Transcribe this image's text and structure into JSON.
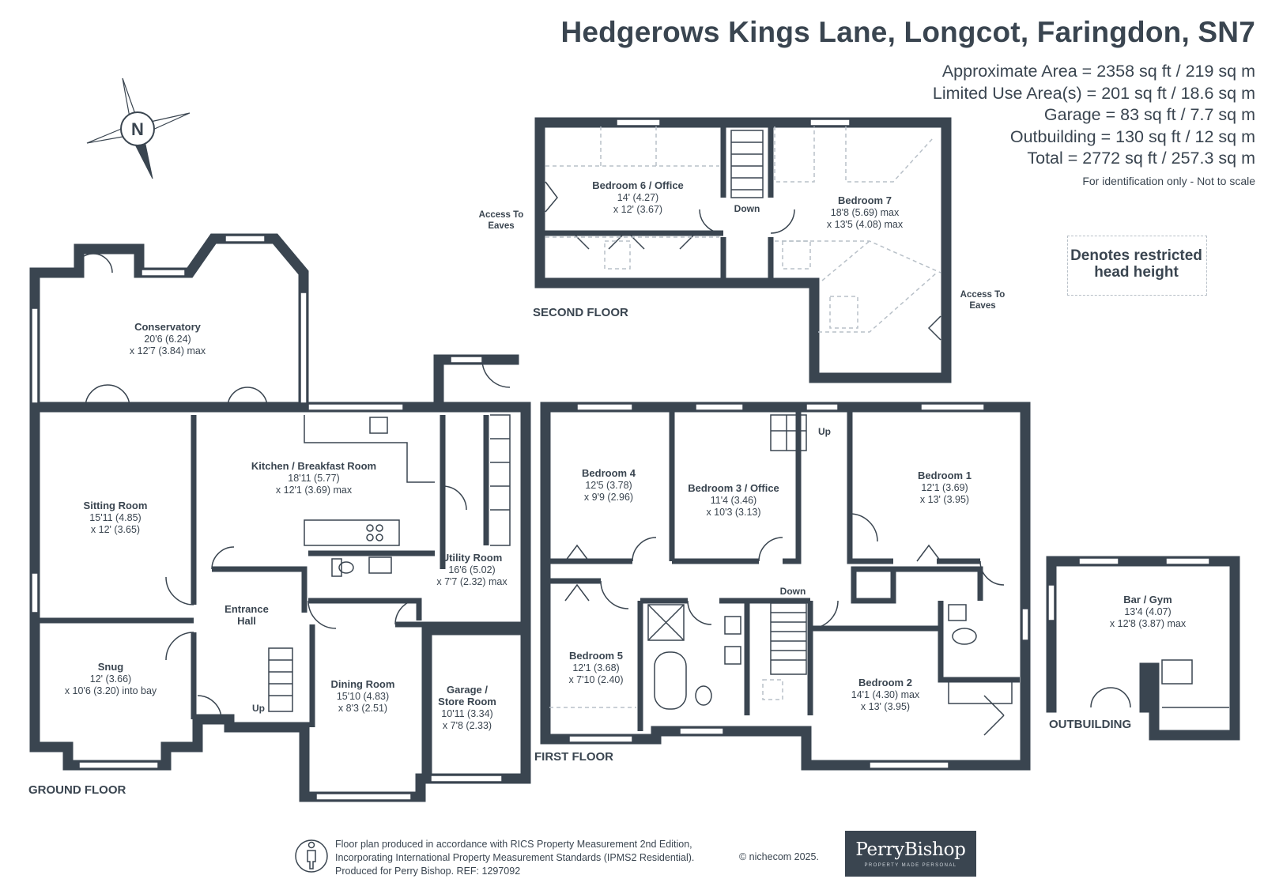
{
  "header": {
    "title": "Hedgerows Kings Lane, Longcot, Faringdon, SN7",
    "areas": [
      "Approximate Area = 2358 sq ft / 219 sq m",
      "Limited Use Area(s) = 201 sq ft / 18.6 sq m",
      "Garage = 83 sq ft / 7.7 sq m",
      "Outbuilding = 130 sq ft / 12 sq m",
      "Total = 2772 sq ft / 257.3 sq m"
    ],
    "disclaimer": "For identification only - Not to scale"
  },
  "legend": {
    "restricted_line1": "Denotes restricted",
    "restricted_line2": "head height"
  },
  "compass": {
    "letter": "N"
  },
  "floors": {
    "ground": "GROUND FLOOR",
    "first": "FIRST FLOOR",
    "second": "SECOND FLOOR",
    "outbuilding": "OUTBUILDING"
  },
  "rooms": {
    "conservatory": {
      "name": "Conservatory",
      "dim1": "20'6 (6.24)",
      "dim2": "x 12'7 (3.84) max"
    },
    "sitting": {
      "name": "Sitting Room",
      "dim1": "15'11 (4.85)",
      "dim2": "x 12' (3.65)"
    },
    "kitchen": {
      "name": "Kitchen / Breakfast Room",
      "dim1": "18'11 (5.77)",
      "dim2": "x 12'1 (3.69) max"
    },
    "utility": {
      "name": "Utility Room",
      "dim1": "16'6 (5.02)",
      "dim2": "x 7'7 (2.32) max"
    },
    "entrance": {
      "name": "Entrance",
      "name2": "Hall"
    },
    "snug": {
      "name": "Snug",
      "dim1": "12' (3.66)",
      "dim2": "x 10'6 (3.20) into bay"
    },
    "dining": {
      "name": "Dining Room",
      "dim1": "15'10 (4.83)",
      "dim2": "x 8'3 (2.51)"
    },
    "garage": {
      "name": "Garage /",
      "name2": "Store Room",
      "dim1": "10'11 (3.34)",
      "dim2": "x 7'8 (2.33)"
    },
    "bed4": {
      "name": "Bedroom 4",
      "dim1": "12'5 (3.78)",
      "dim2": "x 9'9 (2.96)"
    },
    "bed3": {
      "name": "Bedroom 3 / Office",
      "dim1": "11'4 (3.46)",
      "dim2": "x 10'3 (3.13)"
    },
    "bed1": {
      "name": "Bedroom 1",
      "dim1": "12'1 (3.69)",
      "dim2": "x 13' (3.95)"
    },
    "bed5": {
      "name": "Bedroom 5",
      "dim1": "12'1 (3.68)",
      "dim2": "x 7'10 (2.40)"
    },
    "bed2": {
      "name": "Bedroom 2",
      "dim1": "14'1 (4.30) max",
      "dim2": "x 13' (3.95)"
    },
    "bed6": {
      "name": "Bedroom 6 / Office",
      "dim1": "14' (4.27)",
      "dim2": "x 12' (3.67)"
    },
    "bed7": {
      "name": "Bedroom 7",
      "dim1": "18'8 (5.69) max",
      "dim2": "x 13'5 (4.08) max"
    },
    "bargym": {
      "name": "Bar / Gym",
      "dim1": "13'4 (4.07)",
      "dim2": "x 12'8 (3.87) max"
    }
  },
  "labels": {
    "up": "Up",
    "down": "Down",
    "access_line1": "Access To",
    "access_line2": "Eaves"
  },
  "footer": {
    "line1": "Floor plan produced in accordance with RICS Property Measurement 2nd Edition,",
    "line2": "Incorporating International Property Measurement Standards (IPMS2 Residential).",
    "line3": "Produced for Perry Bishop.   REF: 1297092",
    "copyright": "© nichecom 2025.",
    "brand": "PerryBishop",
    "brand_tag": "PROPERTY MADE PERSONAL"
  },
  "colors": {
    "wall": "#3a4550",
    "text": "#3a4550",
    "restricted": "#b8c0c8"
  }
}
